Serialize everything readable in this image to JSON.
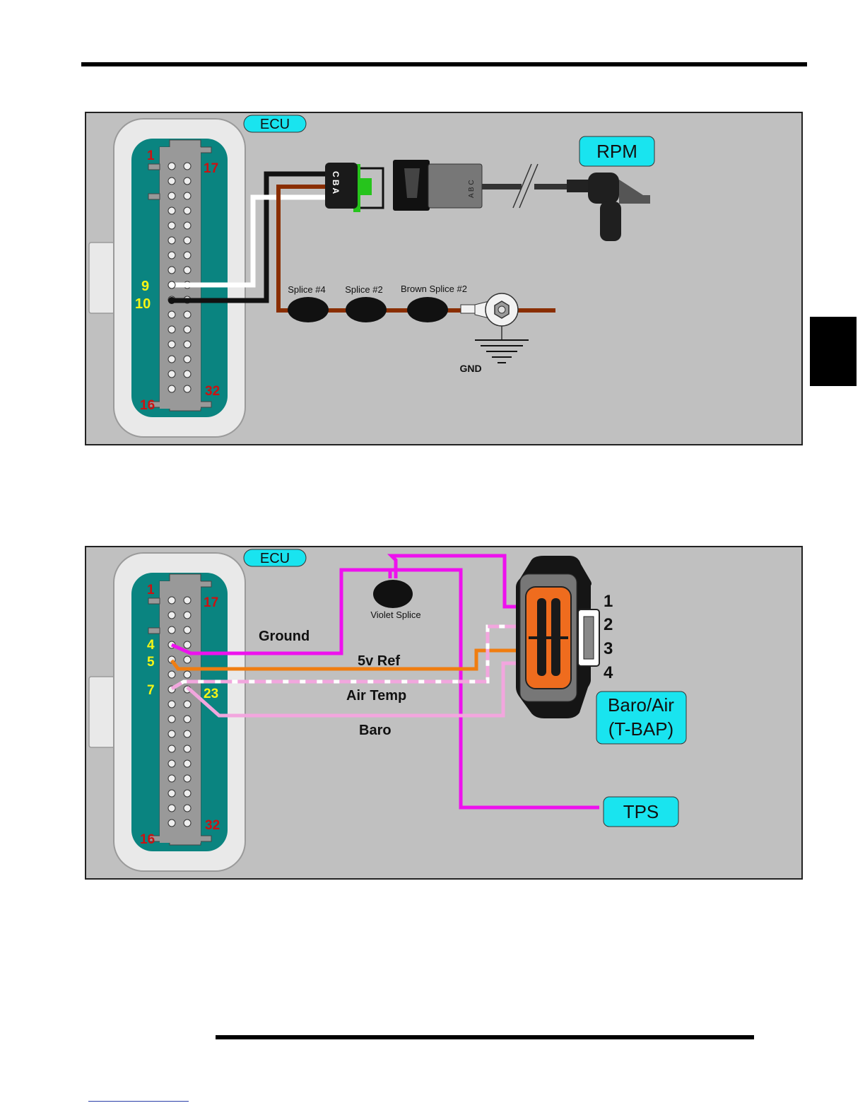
{
  "colors": {
    "panel_bg": "#c0c0c0",
    "connector_teal": "#0a8480",
    "callout_cyan": "#19e4ef",
    "pin_red": "#cc1111",
    "pin_yellow": "#f5f515",
    "wire_black": "#111111",
    "wire_white": "#ffffff",
    "wire_brown": "#8a2e00",
    "wire_violet": "#ee11ee",
    "wire_orange": "#f07d10",
    "wire_pink": "#f2a6de",
    "tbap_orange": "#ef6c1e",
    "clip_green": "#26c41c"
  },
  "diagram1": {
    "ecu_label": "ECU",
    "pin_1": "1",
    "pin_17": "17",
    "pin_16": "16",
    "pin_32": "32",
    "pin_9": "9",
    "pin_10": "10",
    "connector_letters": "C B A",
    "sensor_letters": "A B C",
    "rpm_label": "RPM",
    "splice_4": "Splice #4",
    "splice_2": "Splice #2",
    "brown_splice": "Brown Splice #2",
    "gnd_label": "GND"
  },
  "diagram2": {
    "ecu_label": "ECU",
    "pin_1": "1",
    "pin_17": "17",
    "pin_16": "16",
    "pin_32": "32",
    "pin_4": "4",
    "pin_5": "5",
    "pin_7": "7",
    "pin_23": "23",
    "ground_label": "Ground",
    "ref_label": "5v Ref",
    "air_temp_label": "Air Temp",
    "baro_label": "Baro",
    "violet_splice": "Violet Splice",
    "tbap_pin_1": "1",
    "tbap_pin_2": "2",
    "tbap_pin_3": "3",
    "tbap_pin_4": "4",
    "tbap_label_line1": "Baro/Air",
    "tbap_label_line2": "(T-BAP)",
    "tps_label": "TPS"
  }
}
